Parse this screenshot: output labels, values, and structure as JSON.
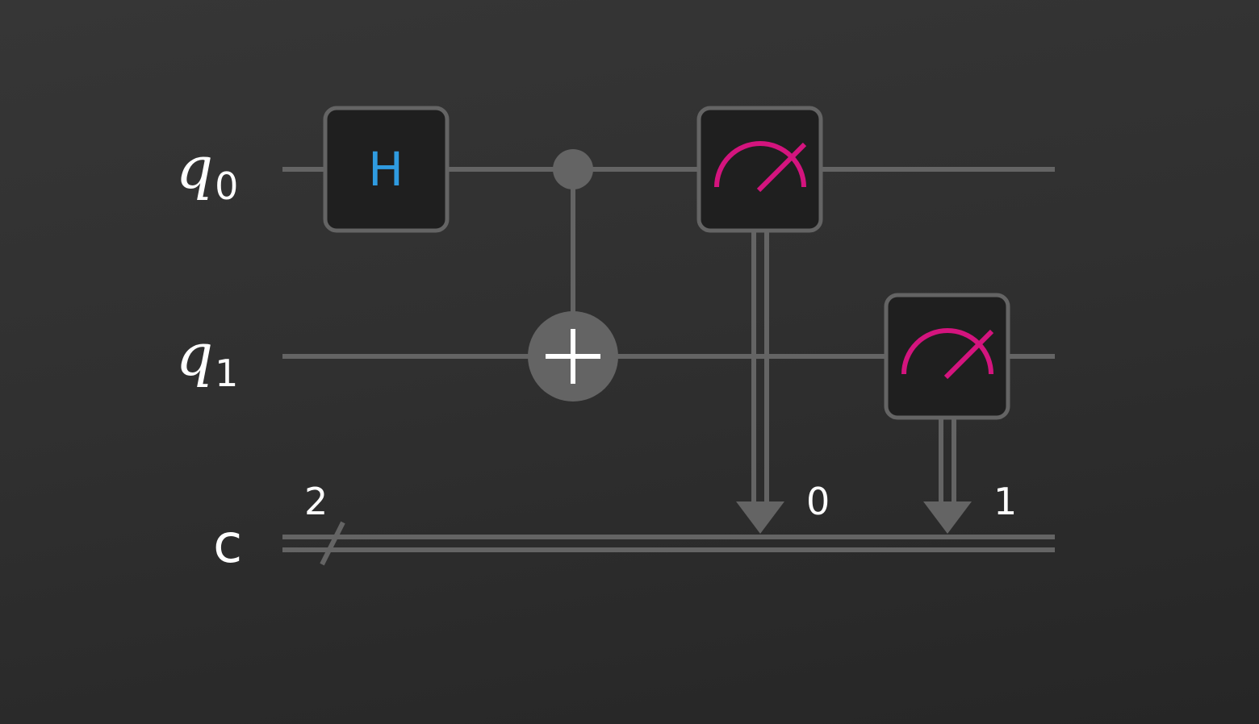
{
  "colors": {
    "wire": "#646464",
    "gate_fill": "#1f1f1f",
    "hadamard_text": "#2f9be0",
    "measure": "#d4147e",
    "label_text": "#ffffff"
  },
  "circuit": {
    "qubits": [
      {
        "name": "q",
        "index": "0"
      },
      {
        "name": "q",
        "index": "1"
      }
    ],
    "classical_register": {
      "name": "c",
      "size": "2",
      "bit_labels": [
        "0",
        "1"
      ]
    },
    "gates": [
      {
        "type": "H",
        "label": "H",
        "target": 0
      },
      {
        "type": "CNOT",
        "control": 0,
        "target": 1
      },
      {
        "type": "measure",
        "qubit": 0,
        "clbit": 0
      },
      {
        "type": "measure",
        "qubit": 1,
        "clbit": 1
      }
    ]
  }
}
